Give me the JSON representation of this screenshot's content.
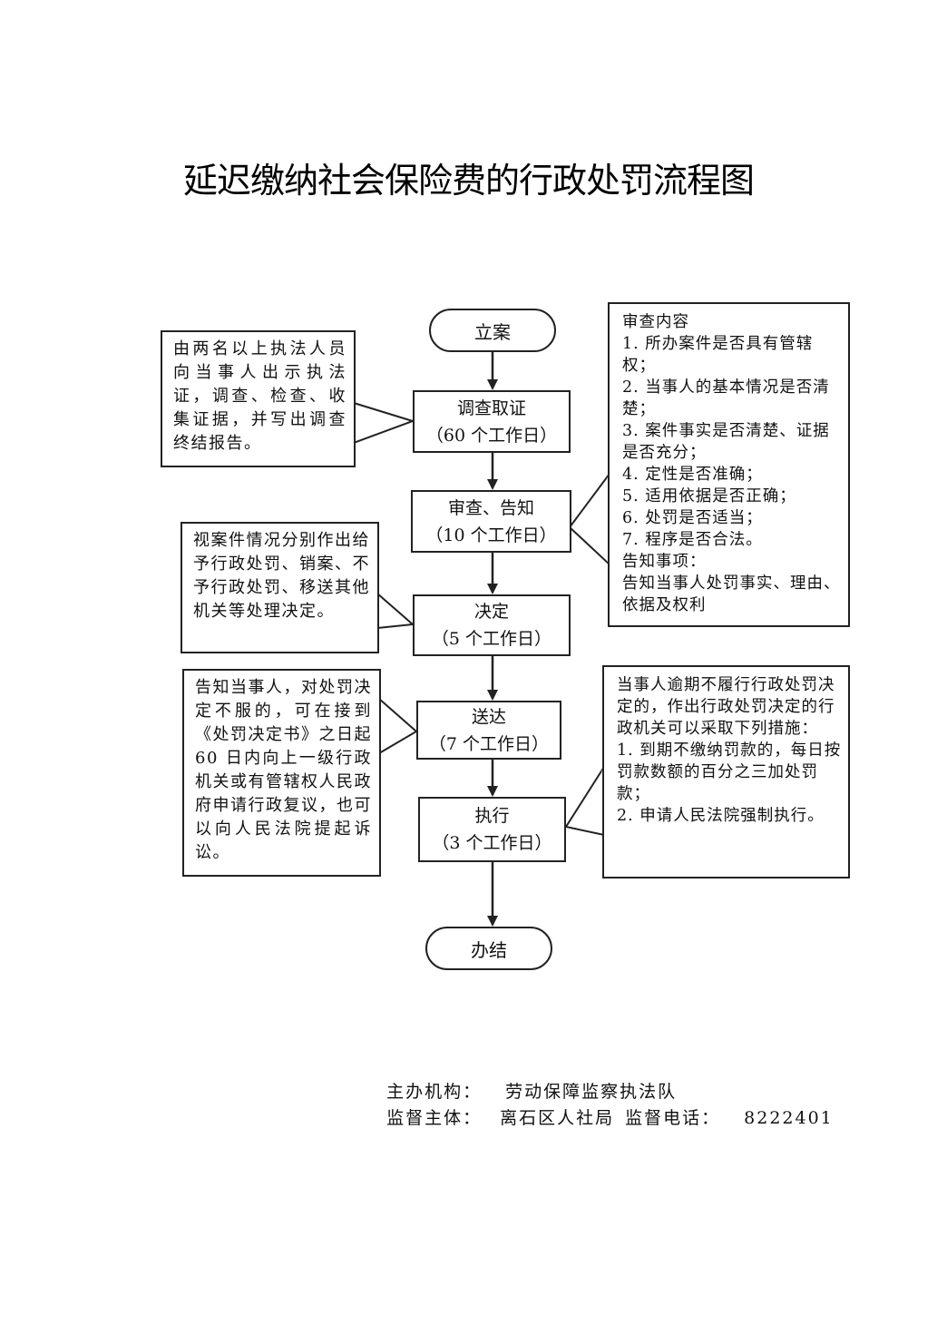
{
  "title": "延迟缴纳社会保险费的行政处罚流程图",
  "start": "立案",
  "end": "办结",
  "steps": [
    {
      "label": "调查取证",
      "duration": "（60 个工作日）"
    },
    {
      "label": "审查、告知",
      "duration": "（10 个工作日）"
    },
    {
      "label": "决定",
      "duration": "（5 个工作日）"
    },
    {
      "label": "送达",
      "duration": "（7 个工作日）"
    },
    {
      "label": "执行",
      "duration": "（3 个工作日）"
    }
  ],
  "notes": {
    "investigation": "由两名以上执法人员向当事人出示执法证，调查、检查、收集证据，并写出调查终结报告。",
    "decision": "视案件情况分别作出给予行政处罚、销案、不予行政处罚、移送其他机关等处理决定。",
    "delivery": "告知当事人，对处罚决定不服的，可在接到《处罚决定书》之日起 60 日内向上一级行政机关或有管辖权人民政府申请行政复议，也可以向人民法院提起诉讼。",
    "review": {
      "heading": "审查内容",
      "items": [
        "1. 所办案件是否具有管辖权；",
        "2. 当事人的基本情况是否清楚；",
        "3. 案件事实是否清楚、证据是否充分；",
        "4. 定性是否准确；",
        "5. 适用依据是否正确；",
        "6. 处罚是否适当；",
        "7. 程序是否合法。"
      ],
      "notice_heading": "告知事项：",
      "notice_text": "告知当事人处罚事实、理由、依据及权利"
    },
    "execution": {
      "intro": "当事人逾期不履行行政处罚决定的，作出行政处罚决定的行政机关可以采取下列措施：",
      "items": [
        "1. 到期不缴纳罚款的，每日按罚款数额的百分之三加处罚款；",
        "2. 申请人民法院强制执行。"
      ]
    }
  },
  "footer": {
    "organizer_label": "主办机构：",
    "organizer": "劳动保障监察执法队",
    "supervisor_label": "监督主体：",
    "supervisor": "离石区人社局",
    "phone_label": "监督电话：",
    "phone": "8222401"
  }
}
